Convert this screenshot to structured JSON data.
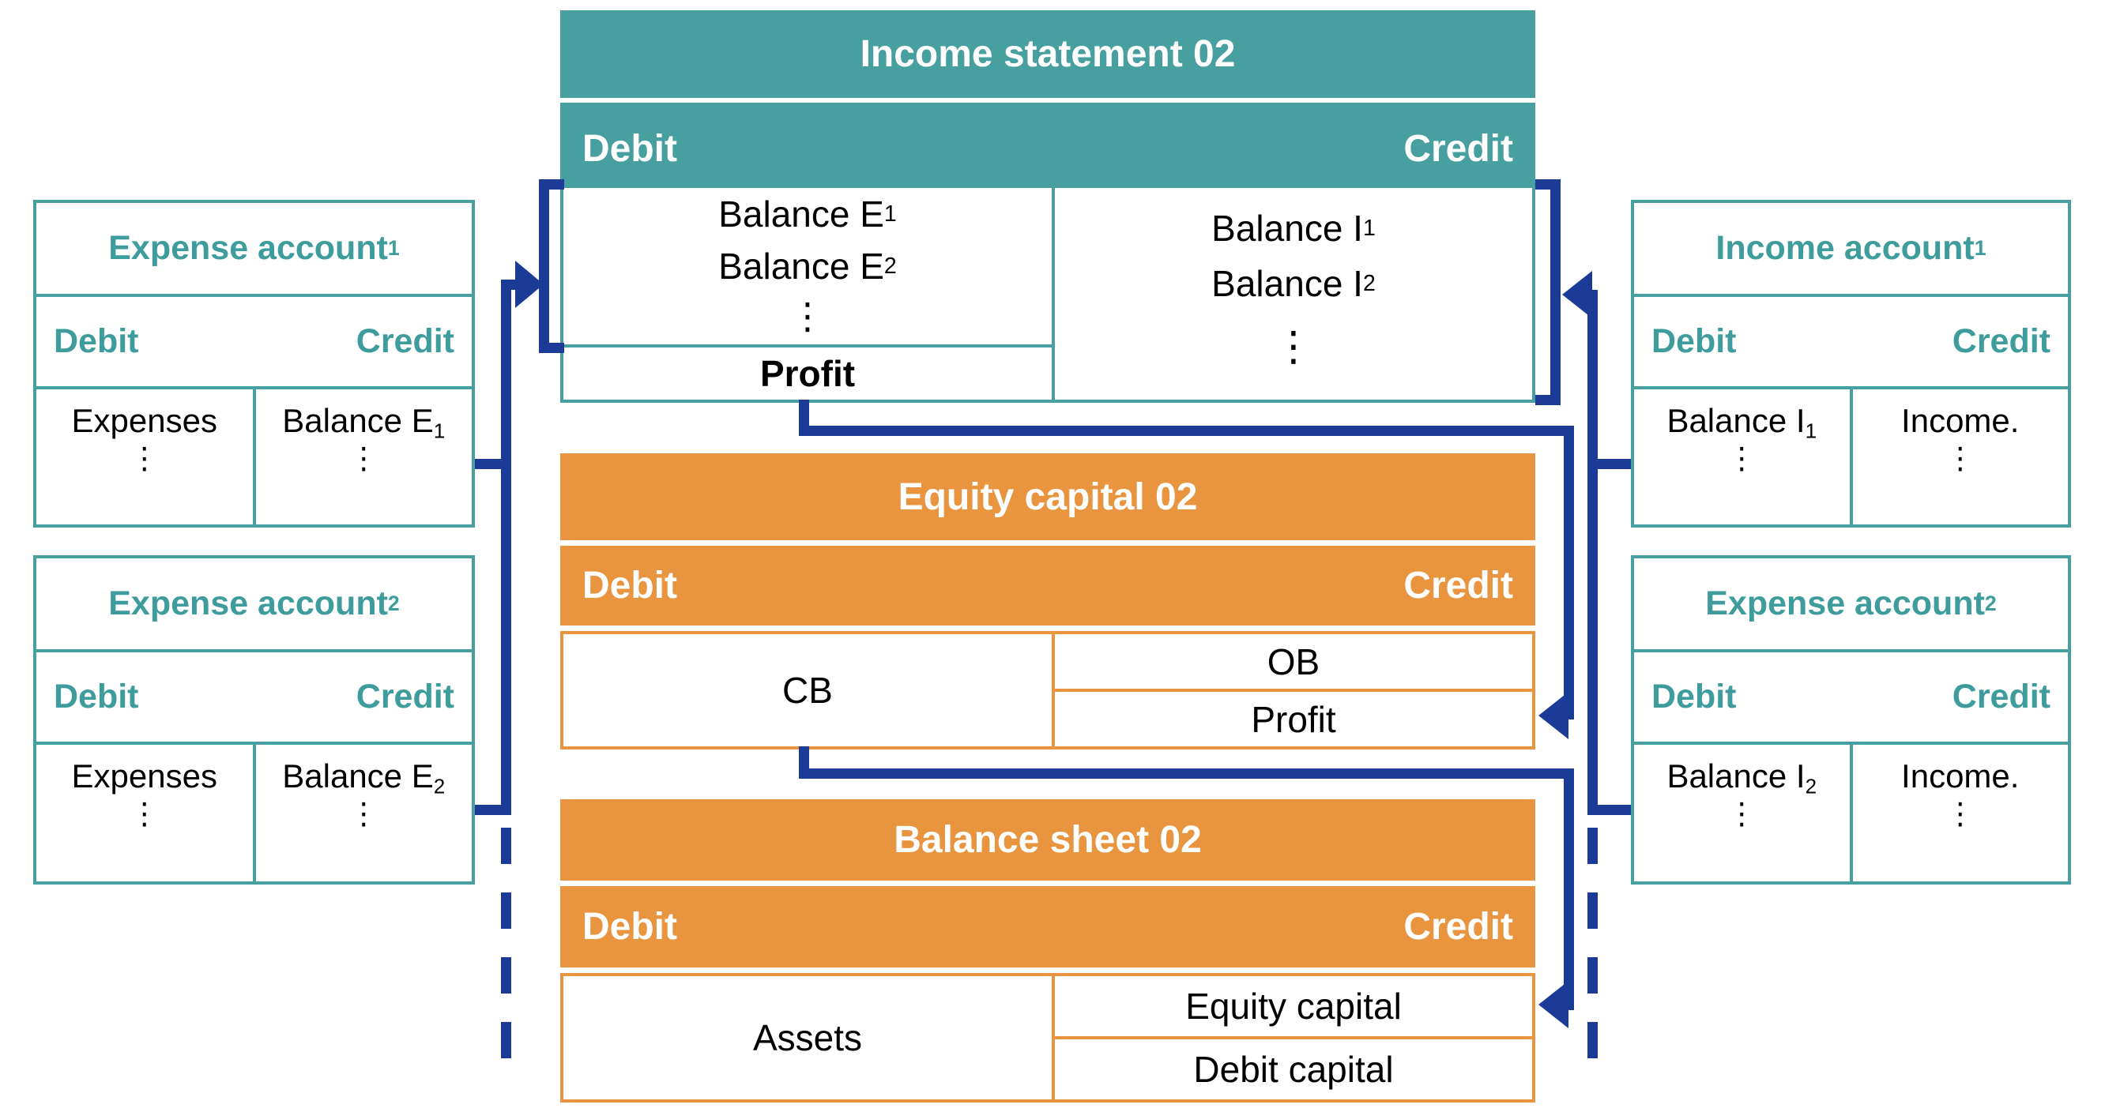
{
  "colors": {
    "teal": "#489FA0",
    "teal_text": "#3E9C9D",
    "orange": "#E9953F",
    "navy": "#1C3B96",
    "header_text": "#FFFFFF",
    "body_text": "#000000"
  },
  "ellipsis": "⋮",
  "center": {
    "income_statement": {
      "title": "Income statement 02",
      "debit_label": "Debit",
      "credit_label": "Credit",
      "debit_rows": [
        {
          "base": "Balance E",
          "sub": "1"
        },
        {
          "base": "Balance E",
          "sub": "2"
        }
      ],
      "profit_label": "Profit",
      "credit_rows": [
        {
          "base": "Balance I",
          "sub": "1"
        },
        {
          "base": "Balance I",
          "sub": "2"
        }
      ]
    },
    "equity_capital": {
      "title": "Equity capital 02",
      "debit_label": "Debit",
      "credit_label": "Credit",
      "debit_value": "CB",
      "credit_row_1": "OB",
      "credit_row_2": "Profit"
    },
    "balance_sheet": {
      "title": "Balance sheet 02",
      "debit_label": "Debit",
      "credit_label": "Credit",
      "debit_value": "Assets",
      "credit_row_1": "Equity capital",
      "credit_row_2": "Debit capital"
    }
  },
  "side_tables": {
    "left_top": {
      "title_base": "Expense account",
      "title_sub": "1",
      "debit_label": "Debit",
      "credit_label": "Credit",
      "debit_base": "Expenses",
      "debit_sub": "",
      "credit_base": "Balance E",
      "credit_sub": "1"
    },
    "left_bottom": {
      "title_base": "Expense account",
      "title_sub": "2",
      "debit_label": "Debit",
      "credit_label": "Credit",
      "debit_base": "Expenses",
      "debit_sub": "",
      "credit_base": "Balance E",
      "credit_sub": "2"
    },
    "right_top": {
      "title_base": "Income account",
      "title_sub": "1",
      "debit_label": "Debit",
      "credit_label": "Credit",
      "debit_base": "Balance I",
      "debit_sub": "1",
      "credit_base": "Income.",
      "credit_sub": ""
    },
    "right_bottom": {
      "title_base": "Expense account",
      "title_sub": "2",
      "debit_label": "Debit",
      "credit_label": "Credit",
      "debit_base": "Balance I",
      "debit_sub": "2",
      "credit_base": "Income.",
      "credit_sub": ""
    }
  }
}
